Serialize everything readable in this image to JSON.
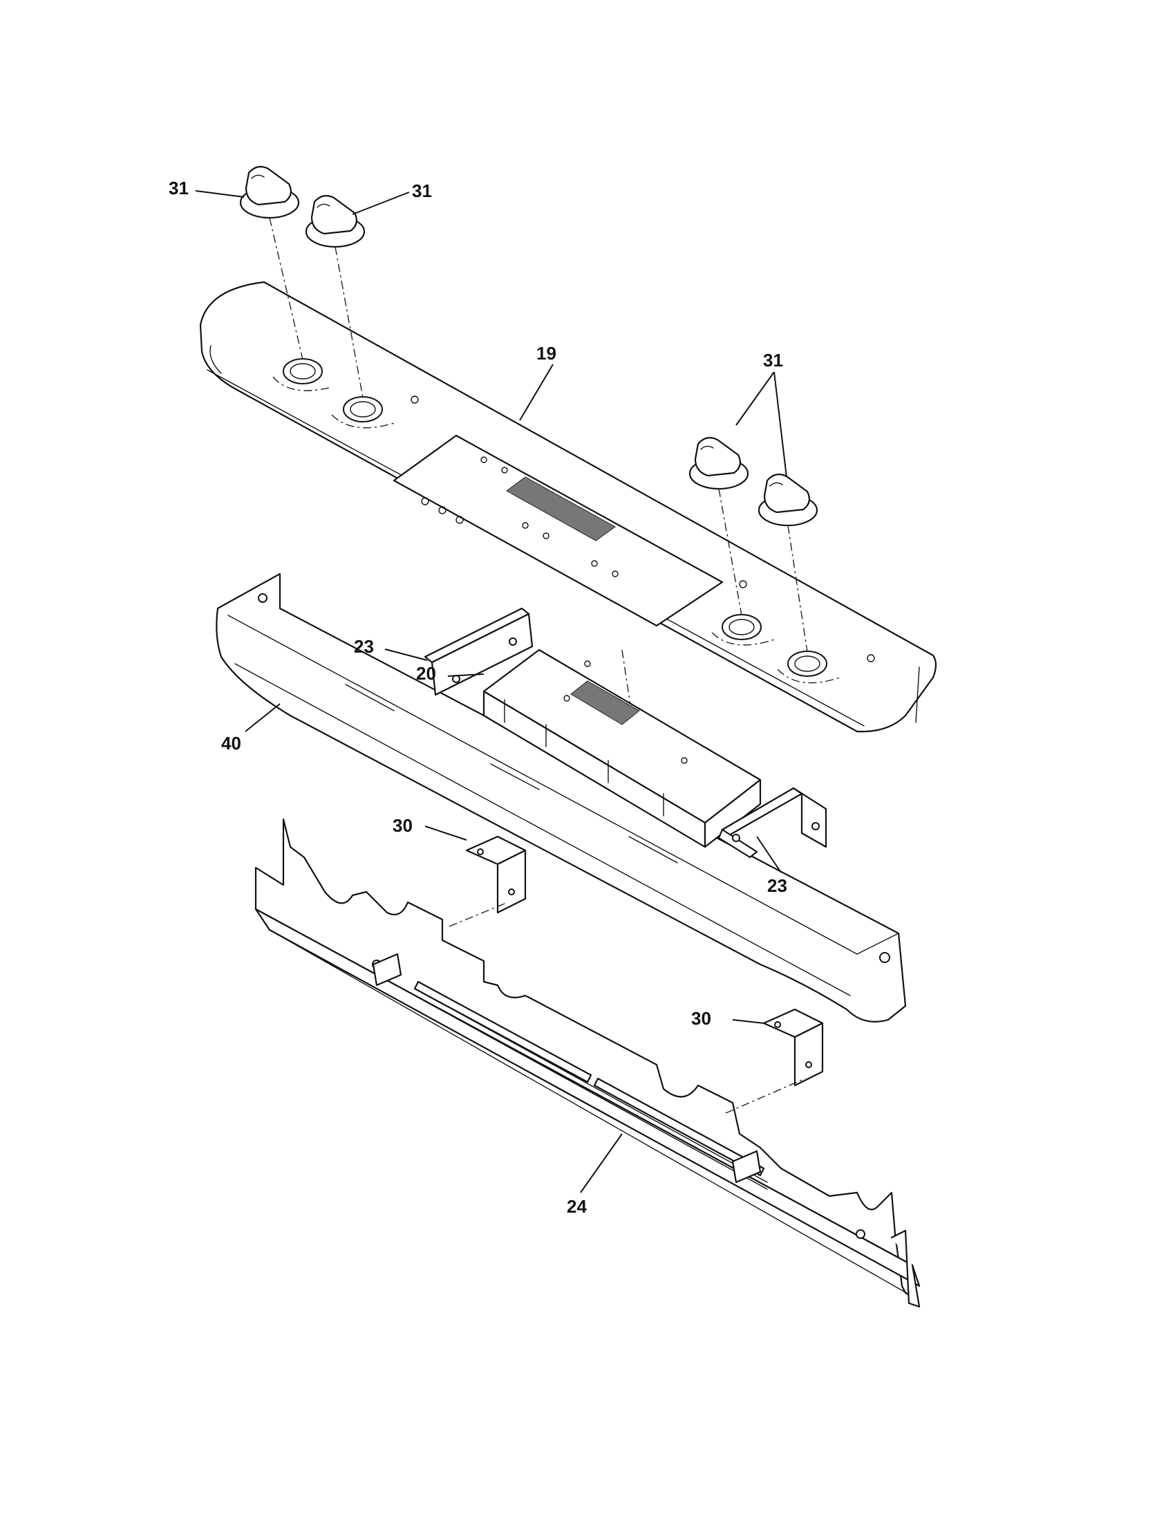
{
  "callouts": [
    {
      "id": "knob-a",
      "number": "31"
    },
    {
      "id": "knob-b",
      "number": "31"
    },
    {
      "id": "knobs-right",
      "number": "31"
    },
    {
      "id": "panel",
      "number": "19"
    },
    {
      "id": "bracket-upper",
      "number": "23"
    },
    {
      "id": "board",
      "number": "20"
    },
    {
      "id": "trim",
      "number": "40"
    },
    {
      "id": "bracket-lower",
      "number": "23"
    },
    {
      "id": "clip-left",
      "number": "30"
    },
    {
      "id": "clip-right",
      "number": "30"
    },
    {
      "id": "frame",
      "number": "24"
    }
  ]
}
